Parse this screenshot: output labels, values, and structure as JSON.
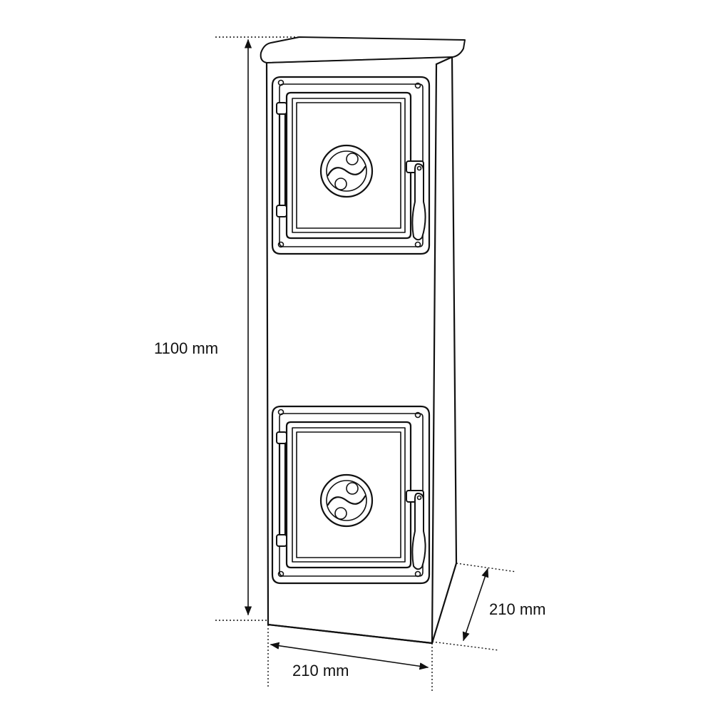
{
  "dimensions": {
    "height": "1100 mm",
    "depth": "210 mm",
    "width": "210 mm"
  },
  "compartments": [
    {
      "position": "upper"
    },
    {
      "position": "lower"
    }
  ]
}
